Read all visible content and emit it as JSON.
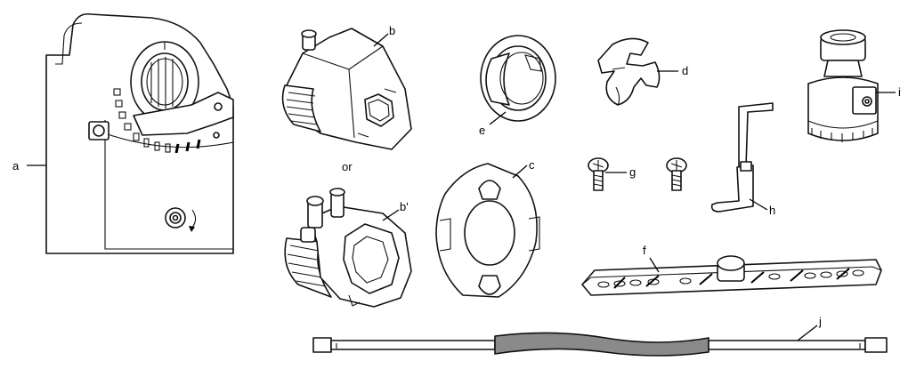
{
  "labels": {
    "a": "a",
    "b": "b",
    "b_prime": "b'",
    "or": "or",
    "c": "c",
    "d": "d",
    "e": "e",
    "f": "f",
    "g": "g",
    "h": "h",
    "i": "i",
    "j": "j"
  }
}
